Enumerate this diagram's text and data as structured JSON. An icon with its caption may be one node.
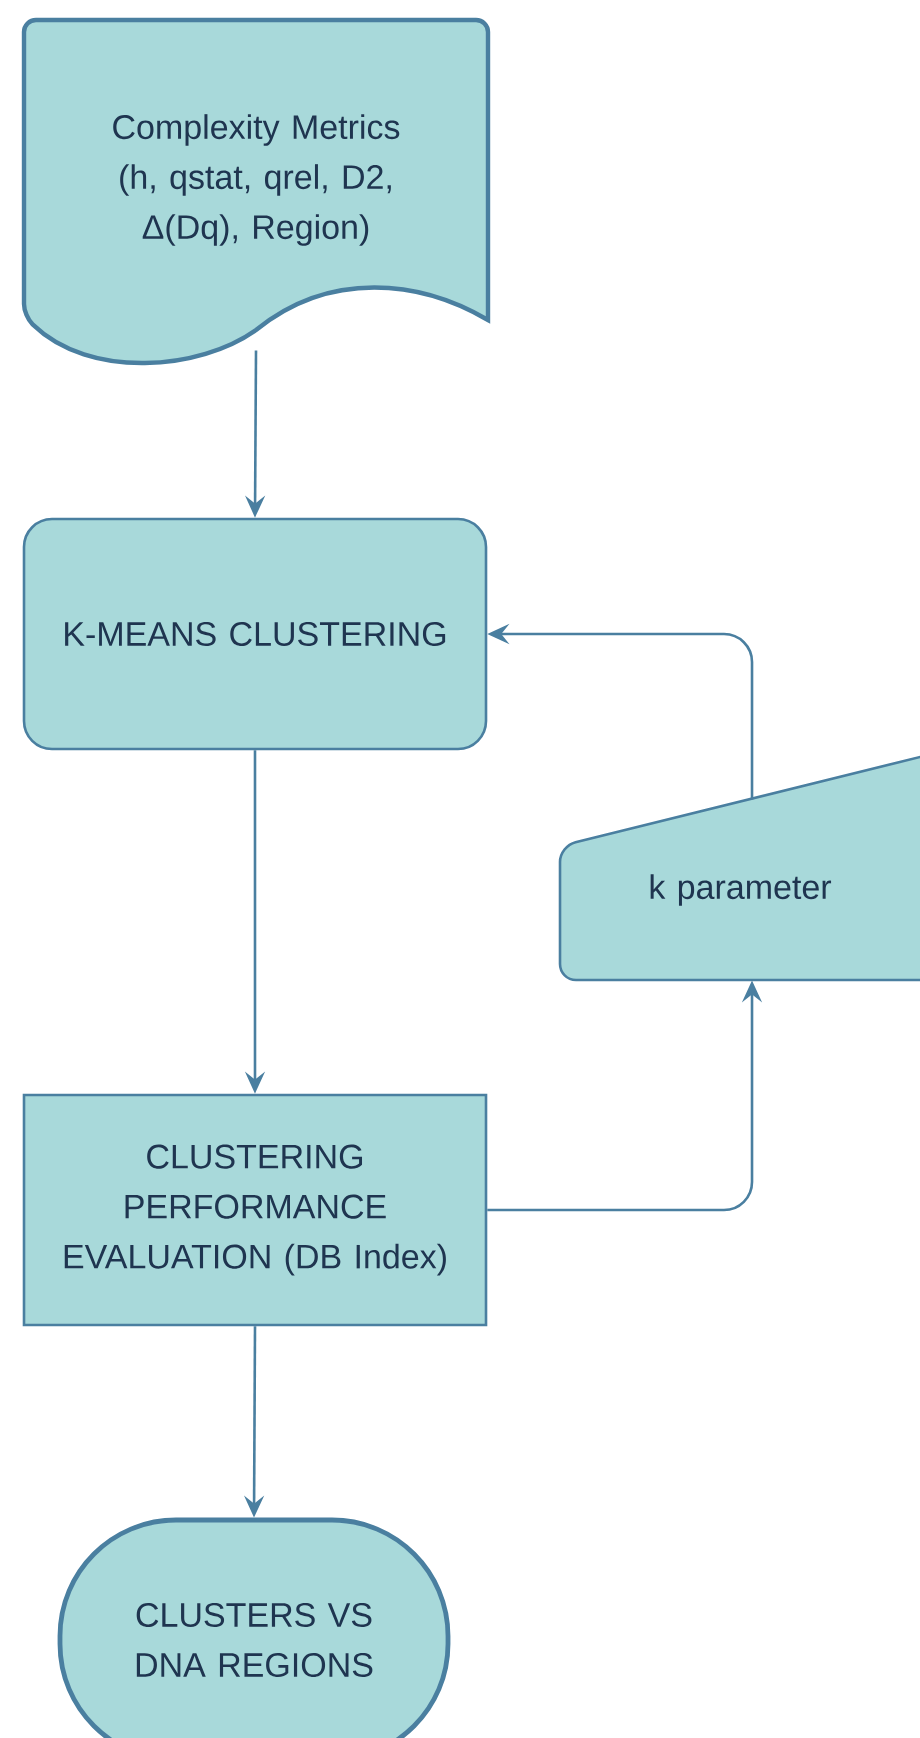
{
  "diagram": {
    "nodes": [
      {
        "text": [
          "Complexity Metrics (h, qstat, qrel, D2, Δ(Dq), Region)"
        ]
      },
      {
        "text": [
          "K-MEANS CLUSTERING"
        ]
      },
      {
        "text": [
          "CLUSTERING PERFORMANCE EVALUATION (DB Index)"
        ]
      },
      {
        "text": [
          "CLUSTERS VS DNA REGIONS"
        ]
      },
      {
        "text": [
          "k parameter"
        ]
      }
    ],
    "edges": [
      {
        "from": 0,
        "to": 1,
        "arrow": "to"
      },
      {
        "from": 1,
        "to": 2,
        "arrow": "to"
      },
      {
        "from": 2,
        "to": 4,
        "arrow": "to"
      },
      {
        "from": 4,
        "to": 1,
        "arrow": "to"
      },
      {
        "from": 2,
        "to": 3,
        "arrow": "to"
      }
    ]
  }
}
